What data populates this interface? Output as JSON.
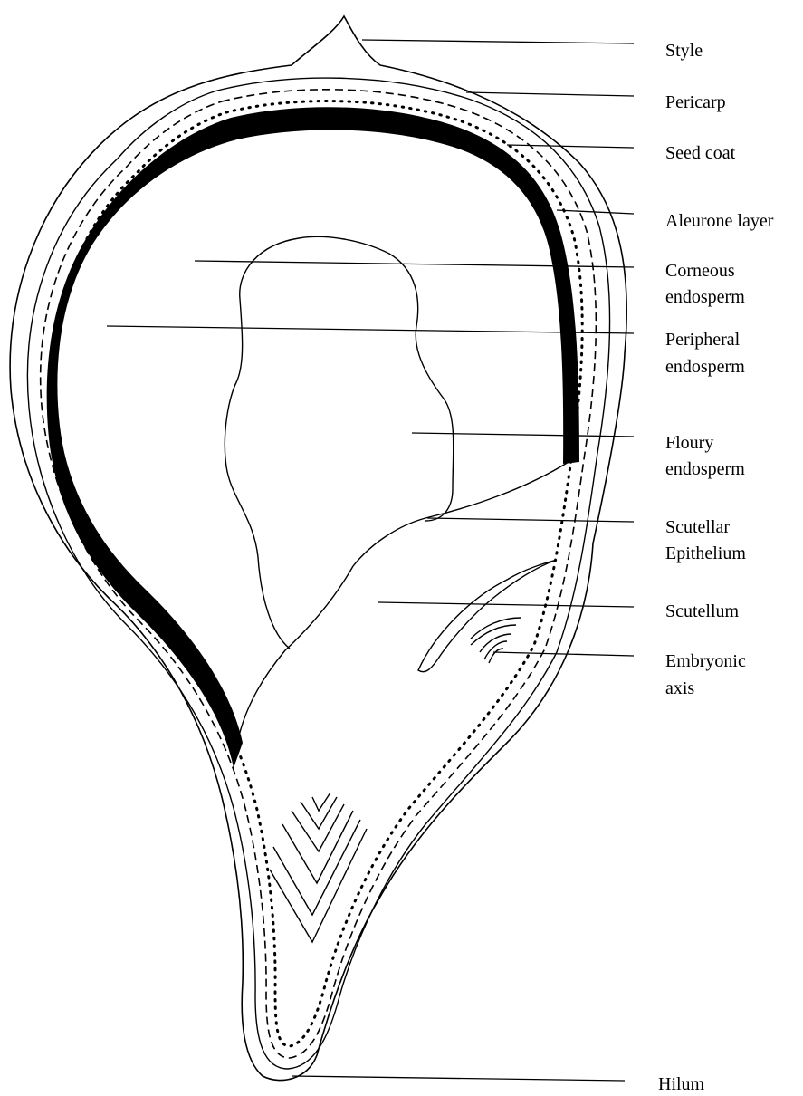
{
  "labels": {
    "style": "Style",
    "pericarp": "Pericarp",
    "seed_coat": "Seed coat",
    "aleurone_layer": "Aleurone layer",
    "corneous_endosperm": [
      "Corneous",
      "endosperm"
    ],
    "peripheral_endosperm": [
      "Peripheral",
      "endosperm"
    ],
    "floury_endosperm": [
      "Floury",
      "endosperm"
    ],
    "scutellar_epithelium": [
      "Scutellar",
      "Epithelium"
    ],
    "scutellum": "Scutellum",
    "embryonic_axis": [
      "Embryonic",
      "axis"
    ],
    "hilum": "Hilum"
  },
  "colors": {
    "ink": "#000000",
    "paper": "#ffffff"
  }
}
